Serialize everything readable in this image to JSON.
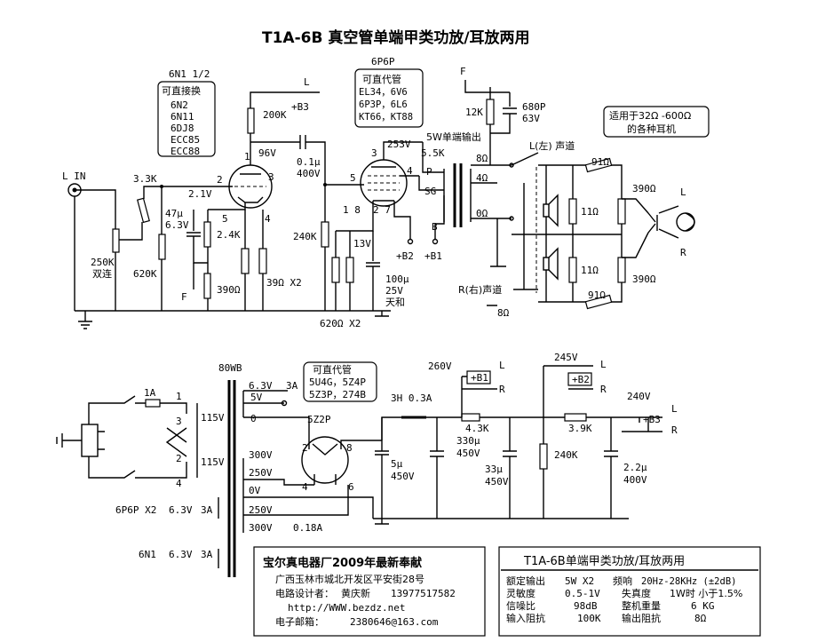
{
  "title": "T1A-6B 真空管单端甲类功放/耳放两用",
  "labels": {
    "6n1_half": "6N1 1/2",
    "6n1_box": [
      "可直接换",
      "6N2",
      "6N11",
      "6DJ8",
      "ECC85",
      "ECC88"
    ],
    "6p6p": "6P6P",
    "6p6p_box": [
      "可直代管",
      "EL34，6V6",
      "6P3P，6L6",
      "KT66，KT88"
    ],
    "headphone_box": [
      "适用于32Ω -600Ω",
      "的各种耳机"
    ],
    "rect_box": [
      "可直代管",
      "5U4G，5Z4P",
      "5Z3P，274B"
    ],
    "lin": "L IN",
    "r_3k3": "3.3K",
    "r_250k": "250K",
    "dual": "双连",
    "r_620k": "620K",
    "pin2": "2",
    "v21": "2.1V",
    "c47": "47μ",
    "v63": "6.3V",
    "p5": "5",
    "p4": "4",
    "r_24k": "2.4K",
    "F1": "F",
    "r_390": "390Ω",
    "r_39x2": "39Ω X2",
    "r_200k": "200K",
    "b3": "+B3",
    "L1": "L",
    "p1": "1",
    "v96": "96V",
    "p3": "3",
    "c01": "0.1μ",
    "v400": "400V",
    "r_240k": "240K",
    "p5b": "5",
    "v253": "253V",
    "p3b": "3",
    "p4b": "4",
    "p18": "1 8",
    "p27": "2 7",
    "v13": "13V",
    "c100": [
      "100μ",
      "25V",
      "天和"
    ],
    "r_620x2": "620Ω X2",
    "b2": "+B2",
    "b1": "+B1",
    "P": "P",
    "SG": "SG",
    "B": "B",
    "out5w": "5W单端输出",
    "k55": "5.5K",
    "o8": "8Ω",
    "o4": "4Ω",
    "o0": "0Ω",
    "F2": "F",
    "r_12k": "12K",
    "c680": [
      "680P",
      "63V"
    ],
    "left_ch": "L(左) 声道",
    "right_ch": "R(右)声道",
    "o8b": "8Ω",
    "r_91a": "91Ω",
    "r_91b": "91Ω",
    "r_11a": "11Ω",
    "r_11b": "11Ω",
    "r_390a": "390Ω",
    "r_390b": "390Ω",
    "jL": "L",
    "jR": "R",
    "t80": "80WB",
    "fuse": "1A",
    "tp1": "1",
    "tp3": "3",
    "tp2": "2",
    "tp4": "4",
    "v115a": "115V",
    "v115b": "115V",
    "s63": "6.3V",
    "s3a": "3A",
    "s5v": "5V",
    "s0": "0",
    "rect": "5Z2P",
    "rp2": "2",
    "rp8": "8",
    "rp4": "4",
    "rp6": "6",
    "s300a": "300V",
    "s250a": "250V",
    "s0v": "0V",
    "s250b": "250V",
    "s300b": "300V",
    "s018": "0.18A",
    "h6p6p": "6P6P X2",
    "h63a": "6.3V",
    "h3a": "3A",
    "h6n1": "6N1",
    "h63b": "6.3V",
    "h3b": "3A",
    "v260": "260V",
    "pb1": "+B1",
    "pL1": "L",
    "pR1": "R",
    "choke": "3H 0.3A",
    "c5": [
      "5μ",
      "450V"
    ],
    "r43": "4.3K",
    "c330": [
      "330μ",
      "450V"
    ],
    "c33": [
      "33μ",
      "450V"
    ],
    "v245": "245V",
    "pb2": "+B2",
    "pL2": "L",
    "pR2": "R",
    "r39": "3.9K",
    "r240b": "240K",
    "v240": "240V",
    "pb3": "+B3",
    "pL3": "L",
    "pR3": "R",
    "c22": [
      "2.2μ",
      "400V"
    ]
  },
  "maker": {
    "company": "宝尔真电器厂2009年最新奉献",
    "address": "广西玉林市城北开发区平安街28号",
    "designer_label": "电路设计者：",
    "designer": "黄庆新",
    "phone": "13977517582",
    "url": "http://WWW.bezdz.net",
    "email_label": "电子邮箱：",
    "email": "2380646@163.com"
  },
  "specs": {
    "title": "T1A-6B单端甲类功放/耳放两用",
    "rows": [
      [
        "额定输出",
        "5W X2",
        "频响",
        "20Hz-28KHz (±2dB)"
      ],
      [
        "灵敏度",
        "0.5-1V",
        "失真度",
        "1W时 小于1.5%"
      ],
      [
        "信噪比",
        "98dB",
        "整机重量",
        "6 KG"
      ],
      [
        "输入阻抗",
        "100K",
        "输出阻抗",
        "8Ω"
      ]
    ]
  }
}
